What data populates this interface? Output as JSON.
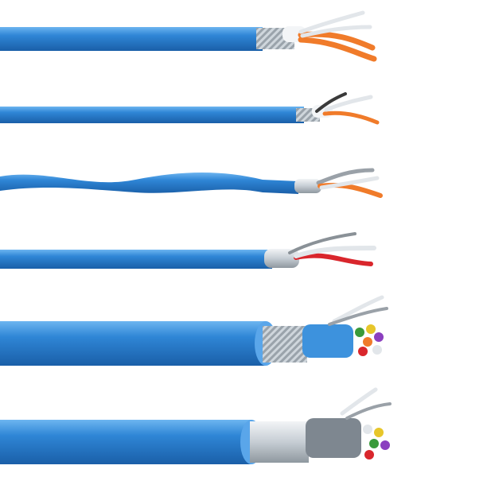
{
  "image": {
    "background": "#ffffff",
    "subject": "cables",
    "jacket_color": "#2f86d6",
    "jacket_dark": "#1f67b3",
    "jacket_light": "#5aa6ea",
    "shield_color": "#c9d0d7",
    "braid_color": "#b9c2ca",
    "conductor_colors": [
      "#f07b2a",
      "#e2e6ea",
      "#2e2e2e",
      "#d9262c",
      "#6b6f73",
      "#3a9a3a",
      "#8b3fbf",
      "#e7c62a",
      "#1f67b3"
    ],
    "cables": [
      {
        "id": "cable-1",
        "type": "braided-shield pair"
      },
      {
        "id": "cable-2",
        "type": "foil-shield pair"
      },
      {
        "id": "cable-3",
        "type": "flexible pair"
      },
      {
        "id": "cable-4",
        "type": "foil-shield red pair"
      },
      {
        "id": "cable-5",
        "type": "multi-pair overall shield"
      },
      {
        "id": "cable-6",
        "type": "multi-pair individually shielded"
      }
    ]
  }
}
